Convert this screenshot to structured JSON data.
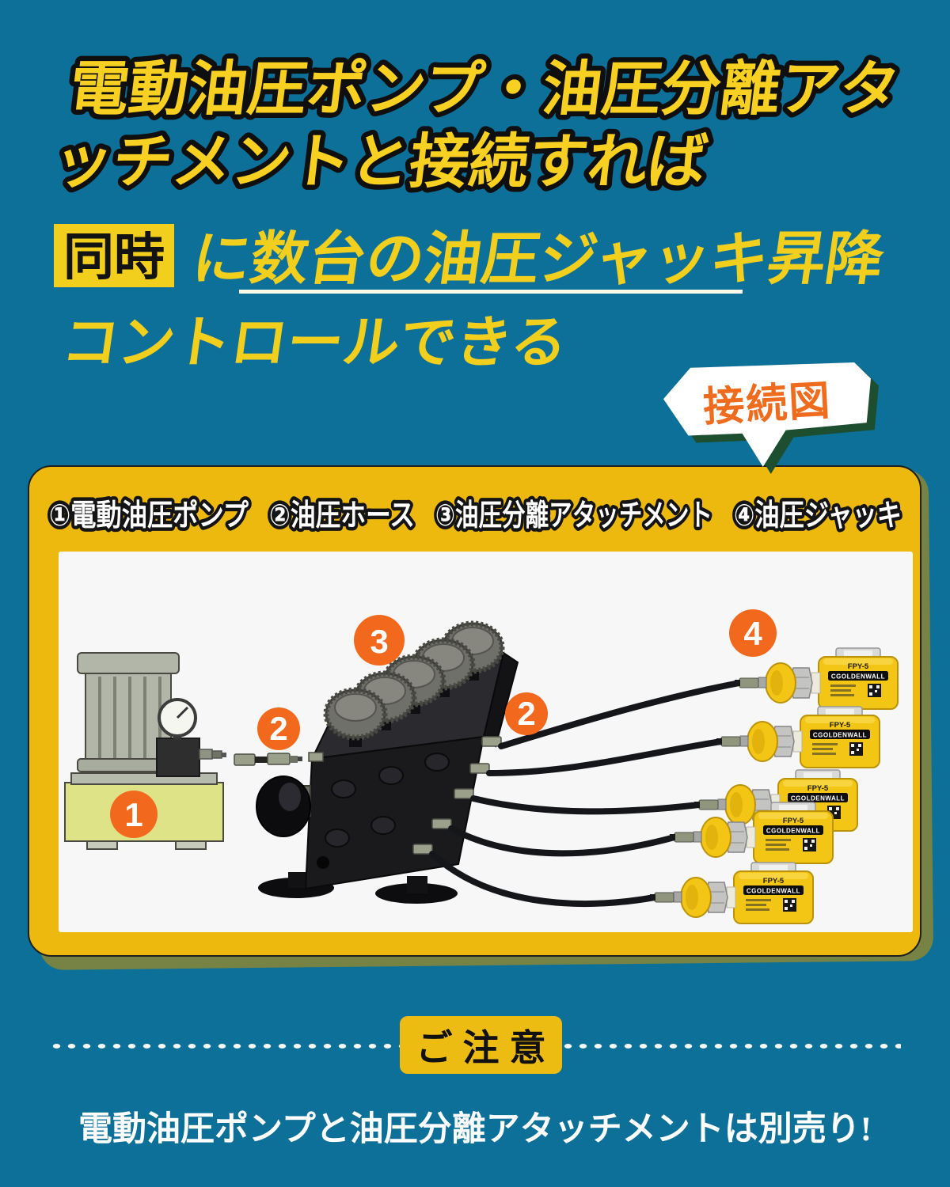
{
  "colors": {
    "background": "#0d7099",
    "headline_yellow": "#f7d021",
    "serif_yellow": "#f2cf1d",
    "card_yellow": "#edb90f",
    "badge_yellow": "#edbc13",
    "marker_orange": "#f2691d",
    "bubble_text_orange": "#ef6c1e",
    "bubble_shadow_green": "#1d4e2f",
    "card_shadow_olive": "#768344",
    "jack_body_yellow": "#f3c515"
  },
  "headline": {
    "line1": "電動油圧ポンプ・油圧分離アタ",
    "line2": "ッチメントと接続すれば"
  },
  "subheadline": {
    "highlight": "同時",
    "main": "に数台の油圧ジャッキ昇降",
    "line2": "コントロールできる"
  },
  "bubble": {
    "label": "接続図"
  },
  "legend": {
    "items": [
      "①電動油圧ポンプ",
      "②油圧ホース",
      "③油圧分離アタッチメント",
      "④油圧ジャッキ"
    ]
  },
  "diagram": {
    "marker_pump": "1",
    "marker_hose_left": "2",
    "marker_attachment": "3",
    "marker_hose_right": "2",
    "marker_jack": "4",
    "jack_model": "FPY-5",
    "jack_brand": "CGOLDENWALL"
  },
  "notice": {
    "badge": "ご注意",
    "text": "電動油圧ポンプと油圧分離アタッチメントは別売り!"
  }
}
